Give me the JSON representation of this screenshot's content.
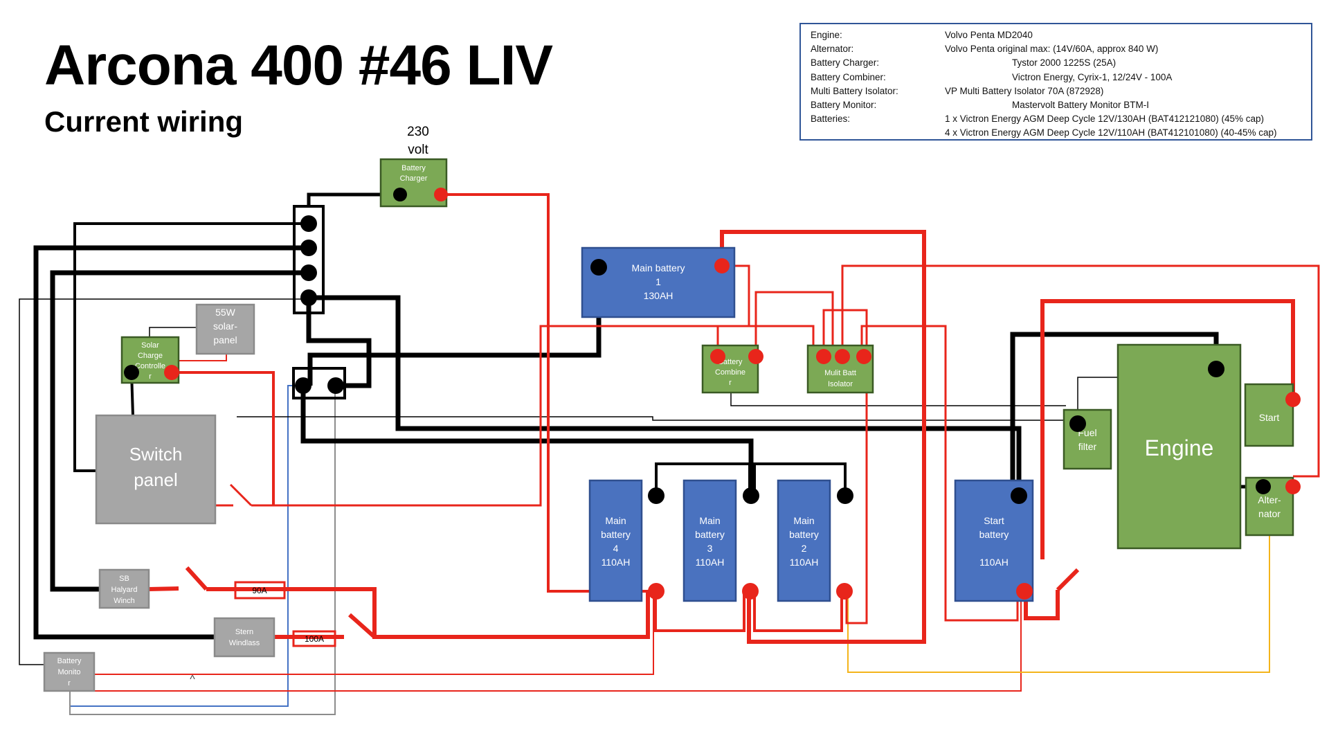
{
  "header": {
    "title": "Arcona 400 #46 LIV",
    "subtitle": "Current wiring"
  },
  "shore_power": {
    "line1": "230",
    "line2": "volt"
  },
  "specs": [
    {
      "label": "Engine:",
      "value": "Volvo Penta MD2040",
      "indent": false
    },
    {
      "label": "Alternator:",
      "value": "Volvo Penta original max: (14V/60A, approx 840 W)",
      "indent": false
    },
    {
      "label": "Battery Charger:",
      "value": "Tystor 2000 1225S (25A)",
      "indent": true
    },
    {
      "label": "Battery Combiner:",
      "value": "Victron Energy, Cyrix-1, 12/24V - 100A",
      "indent": true
    },
    {
      "label": "Multi Battery Isolator:",
      "value": "VP Multi Battery Isolator 70A (872928)",
      "indent": false
    },
    {
      "label": "Battery Monitor:",
      "value": "Mastervolt Battery Monitor  BTM-I",
      "indent": true
    },
    {
      "label": "Batteries:",
      "value": "1 x Victron Energy AGM Deep Cycle 12V/130AH (BAT412121080) (45% cap)",
      "indent": false
    },
    {
      "label": "",
      "value": "4 x Victron Energy AGM Deep Cycle 12V/110AH (BAT412101080) (40-45% cap)",
      "indent": false
    }
  ],
  "components": {
    "battery_charger": [
      "Battery",
      "Charger"
    ],
    "solar_controller": [
      "Solar",
      "Charge",
      "Controlle",
      "r"
    ],
    "solar_panel": [
      "55W",
      "solar-",
      "panel"
    ],
    "switch_panel": [
      "Switch",
      "panel"
    ],
    "halyard_winch": [
      "SB",
      "Halyard",
      "Winch"
    ],
    "stern_windlass": [
      "Stern",
      "Windlass"
    ],
    "battery_monitor": [
      "Battery",
      "Monito",
      "r"
    ],
    "main_battery_1": [
      "Main battery",
      "1",
      "130AH"
    ],
    "battery_combiner": [
      "Battery",
      "Combine",
      "r"
    ],
    "multi_isolator": [
      "Mulit Batt",
      "Isolator"
    ],
    "main_battery_4": [
      "Main",
      "battery",
      "4",
      "110AH"
    ],
    "main_battery_3": [
      "Main",
      "battery",
      "3",
      "110AH"
    ],
    "main_battery_2": [
      "Main",
      "battery",
      "2",
      "110AH"
    ],
    "start_battery": [
      "Start",
      "battery",
      "",
      "110AH"
    ],
    "fuel_filter": [
      "Fuel",
      "filter"
    ],
    "engine": [
      "Engine"
    ],
    "starter": [
      "Start"
    ],
    "alternator": [
      "Alter-",
      "nator"
    ]
  },
  "fuses": {
    "winch_fuse": "90A",
    "windlass_fuse": "100A"
  },
  "misc": {
    "caret": "^"
  },
  "colors": {
    "positive_wire": "#e8251b",
    "negative_wire": "#000000",
    "battery_fill": "#4a72bf",
    "device_fill": "#7ca955",
    "load_fill": "#a6a6a6",
    "signal_blue": "#4472c4",
    "signal_gray": "#8c8c8c",
    "signal_yellow": "#f4b41a",
    "info_border": "#2f5597"
  }
}
